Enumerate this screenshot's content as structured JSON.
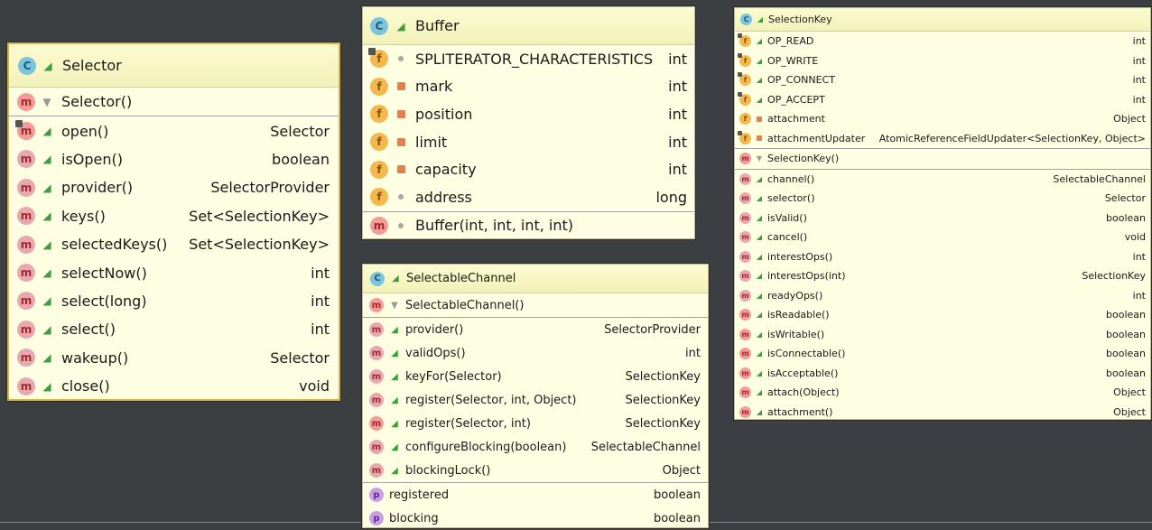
{
  "selector": {
    "title": "Selector",
    "constructors": [
      {
        "name": "Selector()",
        "type": ""
      }
    ],
    "methods": [
      {
        "name": "open()",
        "type": "Selector"
      },
      {
        "name": "isOpen()",
        "type": "boolean"
      },
      {
        "name": "provider()",
        "type": "SelectorProvider"
      },
      {
        "name": "keys()",
        "type": "Set<SelectionKey>"
      },
      {
        "name": "selectedKeys()",
        "type": "Set<SelectionKey>"
      },
      {
        "name": "selectNow()",
        "type": "int"
      },
      {
        "name": "select(long)",
        "type": "int"
      },
      {
        "name": "select()",
        "type": "int"
      },
      {
        "name": "wakeup()",
        "type": "Selector"
      },
      {
        "name": "close()",
        "type": "void"
      }
    ]
  },
  "buffer": {
    "title": "Buffer",
    "fields": [
      {
        "name": "SPLITERATOR_CHARACTERISTICS",
        "type": "int"
      },
      {
        "name": "mark",
        "type": "int"
      },
      {
        "name": "position",
        "type": "int"
      },
      {
        "name": "limit",
        "type": "int"
      },
      {
        "name": "capacity",
        "type": "int"
      },
      {
        "name": "address",
        "type": "long"
      }
    ],
    "constructors": [
      {
        "name": "Buffer(int, int, int, int)",
        "type": ""
      }
    ]
  },
  "selectable_channel": {
    "title": "SelectableChannel",
    "constructors": [
      {
        "name": "SelectableChannel()",
        "type": ""
      }
    ],
    "methods": [
      {
        "name": "provider()",
        "type": "SelectorProvider"
      },
      {
        "name": "validOps()",
        "type": "int"
      },
      {
        "name": "keyFor(Selector)",
        "type": "SelectionKey"
      },
      {
        "name": "register(Selector, int, Object)",
        "type": "SelectionKey"
      },
      {
        "name": "register(Selector, int)",
        "type": "SelectionKey"
      },
      {
        "name": "configureBlocking(boolean)",
        "type": "SelectableChannel"
      },
      {
        "name": "blockingLock()",
        "type": "Object"
      }
    ],
    "properties": [
      {
        "name": "registered",
        "type": "boolean"
      },
      {
        "name": "blocking",
        "type": "boolean"
      }
    ]
  },
  "selection_key": {
    "title": "SelectionKey",
    "fields": [
      {
        "name": "OP_READ",
        "type": "int"
      },
      {
        "name": "OP_WRITE",
        "type": "int"
      },
      {
        "name": "OP_CONNECT",
        "type": "int"
      },
      {
        "name": "OP_ACCEPT",
        "type": "int"
      },
      {
        "name": "attachment",
        "type": "Object"
      },
      {
        "name": "attachmentUpdater",
        "type": "AtomicReferenceFieldUpdater<SelectionKey, Object>"
      }
    ],
    "constructors": [
      {
        "name": "SelectionKey()",
        "type": ""
      }
    ],
    "methods": [
      {
        "name": "channel()",
        "type": "SelectableChannel"
      },
      {
        "name": "selector()",
        "type": "Selector"
      },
      {
        "name": "isValid()",
        "type": "boolean"
      },
      {
        "name": "cancel()",
        "type": "void"
      },
      {
        "name": "interestOps()",
        "type": "int"
      },
      {
        "name": "interestOps(int)",
        "type": "SelectionKey"
      },
      {
        "name": "readyOps()",
        "type": "int"
      },
      {
        "name": "isReadable()",
        "type": "boolean"
      },
      {
        "name": "isWritable()",
        "type": "boolean"
      },
      {
        "name": "isConnectable()",
        "type": "boolean"
      },
      {
        "name": "isAcceptable()",
        "type": "boolean"
      },
      {
        "name": "attach(Object)",
        "type": "Object"
      },
      {
        "name": "attachment()",
        "type": "Object"
      }
    ]
  },
  "colors": {
    "canvas_background": "#3c3f41",
    "card_background": "#fefee2",
    "header_background": "#f3f1b8",
    "selected_border": "#d7b442",
    "method_icon": "#f49a9a",
    "field_icon": "#f4b94e",
    "class_icon": "#7cc4dd",
    "property_icon": "#c7a0e6"
  },
  "icons": {
    "class": "class-icon",
    "method": "method-icon",
    "field": "field-icon",
    "property": "property-icon",
    "public": "public-visibility-icon",
    "private": "private-lock-icon",
    "package": "package-private-icon"
  }
}
